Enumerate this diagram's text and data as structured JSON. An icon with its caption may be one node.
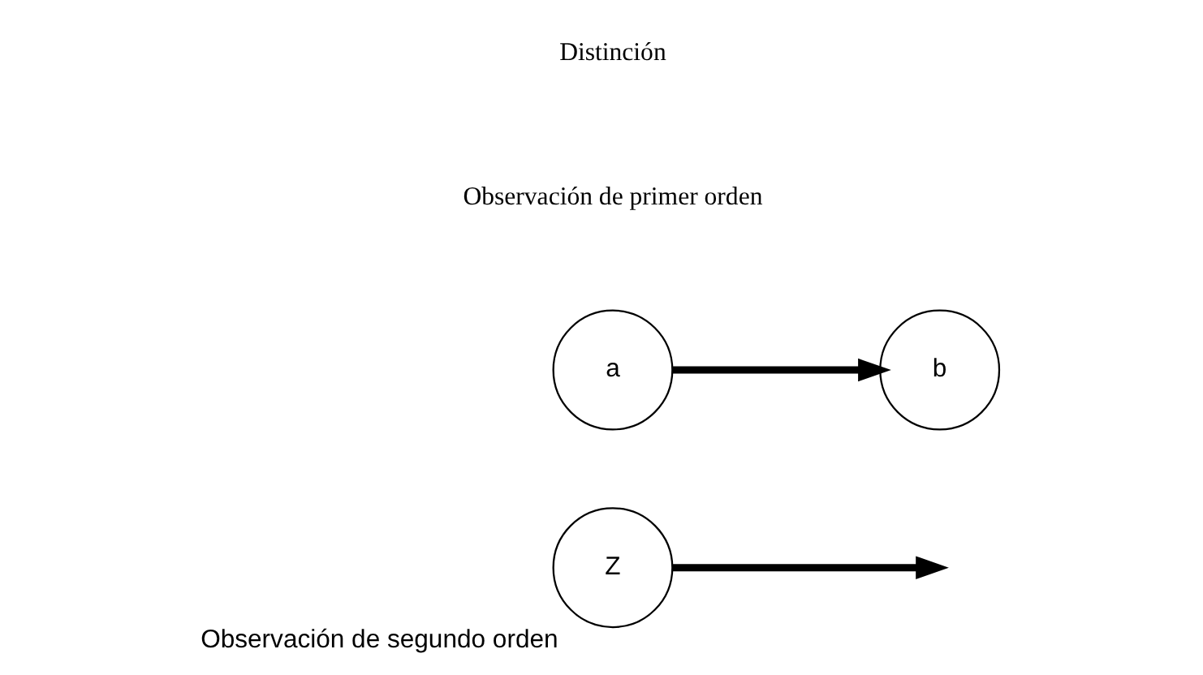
{
  "diagram": {
    "nodes": [
      {
        "text": [
          "Z"
        ],
        "beside": [
          "Observación de segundo orden"
        ]
      },
      {
        "text": [
          "a"
        ]
      },
      {
        "text": [
          "b"
        ]
      }
    ],
    "edges": [
      {
        "from": 0,
        "to": null,
        "arrow": "to"
      },
      {
        "from": 1,
        "to": 2,
        "arrow": "to"
      }
    ],
    "labels": [
      "Observación de primer orden",
      "Distinción"
    ]
  }
}
